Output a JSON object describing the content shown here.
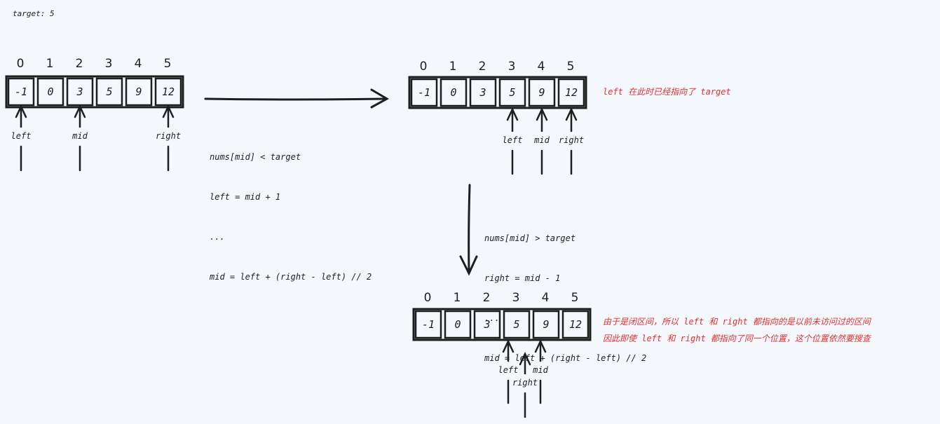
{
  "target_label": "target: 5",
  "arrays": [
    {
      "indices": [
        "0",
        "1",
        "2",
        "3",
        "4",
        "5"
      ],
      "values": [
        "-1",
        "0",
        "3",
        "5",
        "9",
        "12"
      ],
      "pointers": [
        {
          "label": "left",
          "index": 0
        },
        {
          "label": "mid",
          "index": 2
        },
        {
          "label": "right",
          "index": 5
        }
      ]
    },
    {
      "indices": [
        "0",
        "1",
        "2",
        "3",
        "4",
        "5"
      ],
      "values": [
        "-1",
        "0",
        "3",
        "5",
        "9",
        "12"
      ],
      "pointers": [
        {
          "label": "left",
          "index": 3
        },
        {
          "label": "mid",
          "index": 4
        },
        {
          "label": "right",
          "index": 5
        }
      ],
      "note": "left 在此时已经指向了 target"
    },
    {
      "indices": [
        "0",
        "1",
        "2",
        "3",
        "4",
        "5"
      ],
      "values": [
        "-1",
        "0",
        "3",
        "5",
        "9",
        "12"
      ],
      "pointers": [
        {
          "label": "left",
          "index": 3
        },
        {
          "label": "right",
          "index": 3
        },
        {
          "label": "mid",
          "index": 4
        }
      ],
      "note": "由于是闭区间，所以 left 和 right 都指向的是以前未访问过的区间\n因此即使 left 和 right 都指向了同一个位置，这个位置依然要搜查"
    }
  ],
  "steps": [
    {
      "lines": [
        "nums[mid] < target",
        "left = mid + 1",
        "...",
        "mid = left + (right - left) // 2"
      ]
    },
    {
      "lines": [
        "nums[mid] > target",
        "right = mid - 1",
        "...",
        "mid = left + (right - left) // 2"
      ]
    }
  ],
  "colors": {
    "stroke": "#1e1e1e",
    "note": "#e03131",
    "background": "#f4f8fc"
  }
}
